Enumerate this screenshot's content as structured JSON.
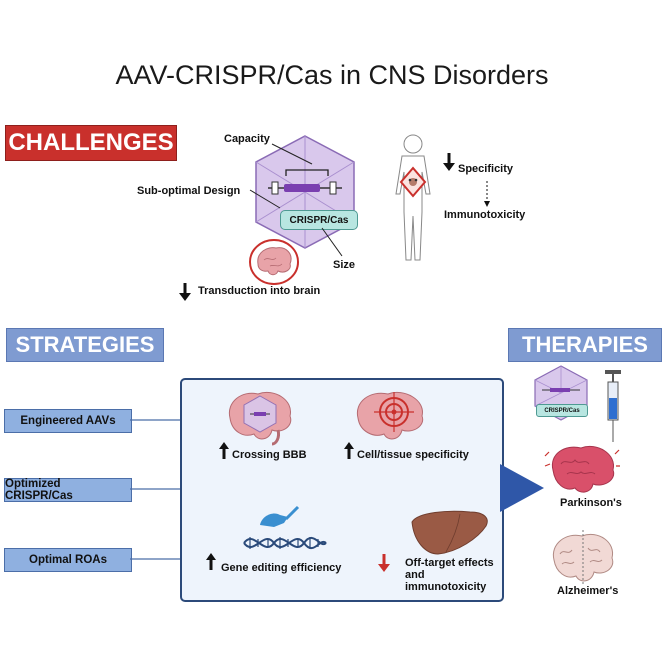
{
  "title": "AAV-CRISPR/Cas in CNS Disorders",
  "challenges": {
    "banner": "CHALLENGES",
    "capacity": "Capacity",
    "sub_optimal_design": "Sub-optimal Design",
    "crispr_cas": "CRISPR/Cas",
    "size": "Size",
    "transduction": "Transduction into brain",
    "specificity": "Specificity",
    "immunotoxicity": "Immunotoxicity"
  },
  "strategies": {
    "banner": "STRATEGIES",
    "items": [
      "Engineered AAVs",
      "Optimized CRISPR/Cas",
      "Optimal ROAs"
    ],
    "outcomes": {
      "crossing_bbb": "Crossing BBB",
      "cell_specificity": "Cell/tissue specificity",
      "gene_editing": "Gene editing efficiency",
      "off_target_line1": "Off-target effects",
      "off_target_line2": "and",
      "off_target_line3": "immunotoxicity"
    }
  },
  "therapies": {
    "banner": "THERAPIES",
    "crispr_cas": "CRISPR/Cas",
    "parkinsons": "Parkinson's",
    "alzheimers": "Alzheimer's"
  },
  "colors": {
    "red_banner": "#c9302c",
    "blue_banner": "#7f9bd1",
    "side_box": "#8fb0e0",
    "panel_bg": "#eef4fc",
    "arrow_blue": "#2f57a8",
    "brain_pink": "#e8a3a8",
    "liver": "#9a5a45"
  }
}
